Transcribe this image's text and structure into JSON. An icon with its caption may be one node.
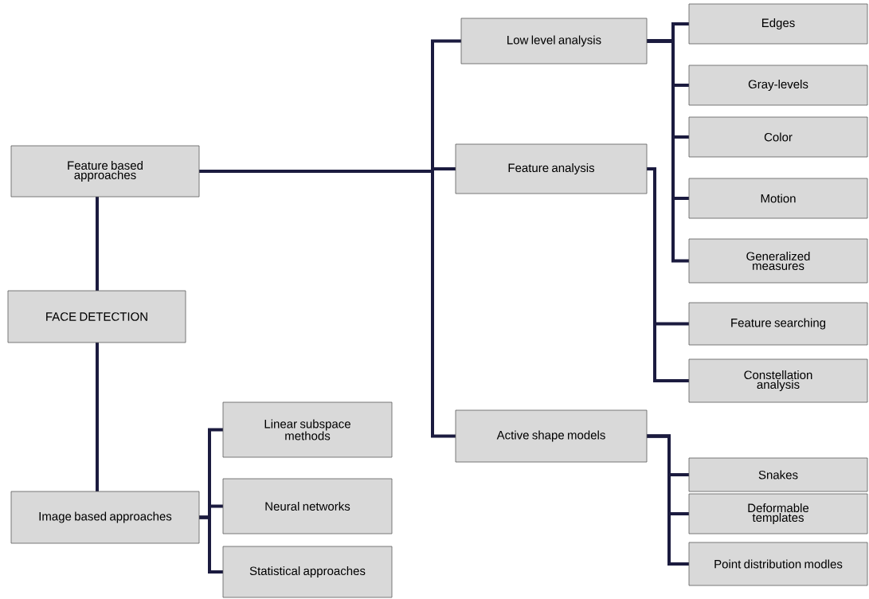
{
  "diagram": {
    "nodes": [
      {
        "text": [
          "Feature based approaches"
        ]
      },
      {
        "text": [
          "FACE DETECTION"
        ]
      },
      {
        "text": [
          "Image based approaches"
        ]
      },
      {
        "text": [
          "Linear subspace methods"
        ]
      },
      {
        "text": [
          "Neural networks"
        ]
      },
      {
        "text": [
          "Statistical approaches"
        ]
      },
      {
        "text": [
          "Low level analysis"
        ]
      },
      {
        "text": [
          "Feature analysis"
        ]
      },
      {
        "text": [
          "Active shape models"
        ]
      },
      {
        "text": [
          "Edges"
        ]
      },
      {
        "text": [
          "Gray-levels"
        ]
      },
      {
        "text": [
          "Color"
        ]
      },
      {
        "text": [
          "Motion"
        ]
      },
      {
        "text": [
          "Generalized measures"
        ]
      },
      {
        "text": [
          "Feature searching"
        ]
      },
      {
        "text": [
          "Constellation analysis"
        ]
      },
      {
        "text": [
          "Snakes"
        ]
      },
      {
        "text": [
          "Deformable templates"
        ]
      },
      {
        "text": [
          "Point distribution modles"
        ]
      }
    ],
    "edges": [
      {
        "from": 0,
        "to": 1,
        "arrow": "none"
      },
      {
        "from": 1,
        "to": 2,
        "arrow": "none"
      },
      {
        "from": 2,
        "to": 3,
        "arrow": "none"
      },
      {
        "from": 2,
        "to": 4,
        "arrow": "none"
      },
      {
        "from": 2,
        "to": 5,
        "arrow": "none"
      },
      {
        "from": 0,
        "to": 6,
        "arrow": "none"
      },
      {
        "from": 0,
        "to": 7,
        "arrow": "none"
      },
      {
        "from": 0,
        "to": 8,
        "arrow": "none"
      },
      {
        "from": 6,
        "to": 9,
        "arrow": "none"
      },
      {
        "from": 6,
        "to": 10,
        "arrow": "none"
      },
      {
        "from": 6,
        "to": 11,
        "arrow": "none"
      },
      {
        "from": 6,
        "to": 12,
        "arrow": "none"
      },
      {
        "from": 6,
        "to": 13,
        "arrow": "none"
      },
      {
        "from": 7,
        "to": 14,
        "arrow": "none"
      },
      {
        "from": 7,
        "to": 15,
        "arrow": "none"
      },
      {
        "from": 8,
        "to": 16,
        "arrow": "none"
      },
      {
        "from": 8,
        "to": 17,
        "arrow": "none"
      },
      {
        "from": 8,
        "to": 18,
        "arrow": "none"
      }
    ]
  }
}
